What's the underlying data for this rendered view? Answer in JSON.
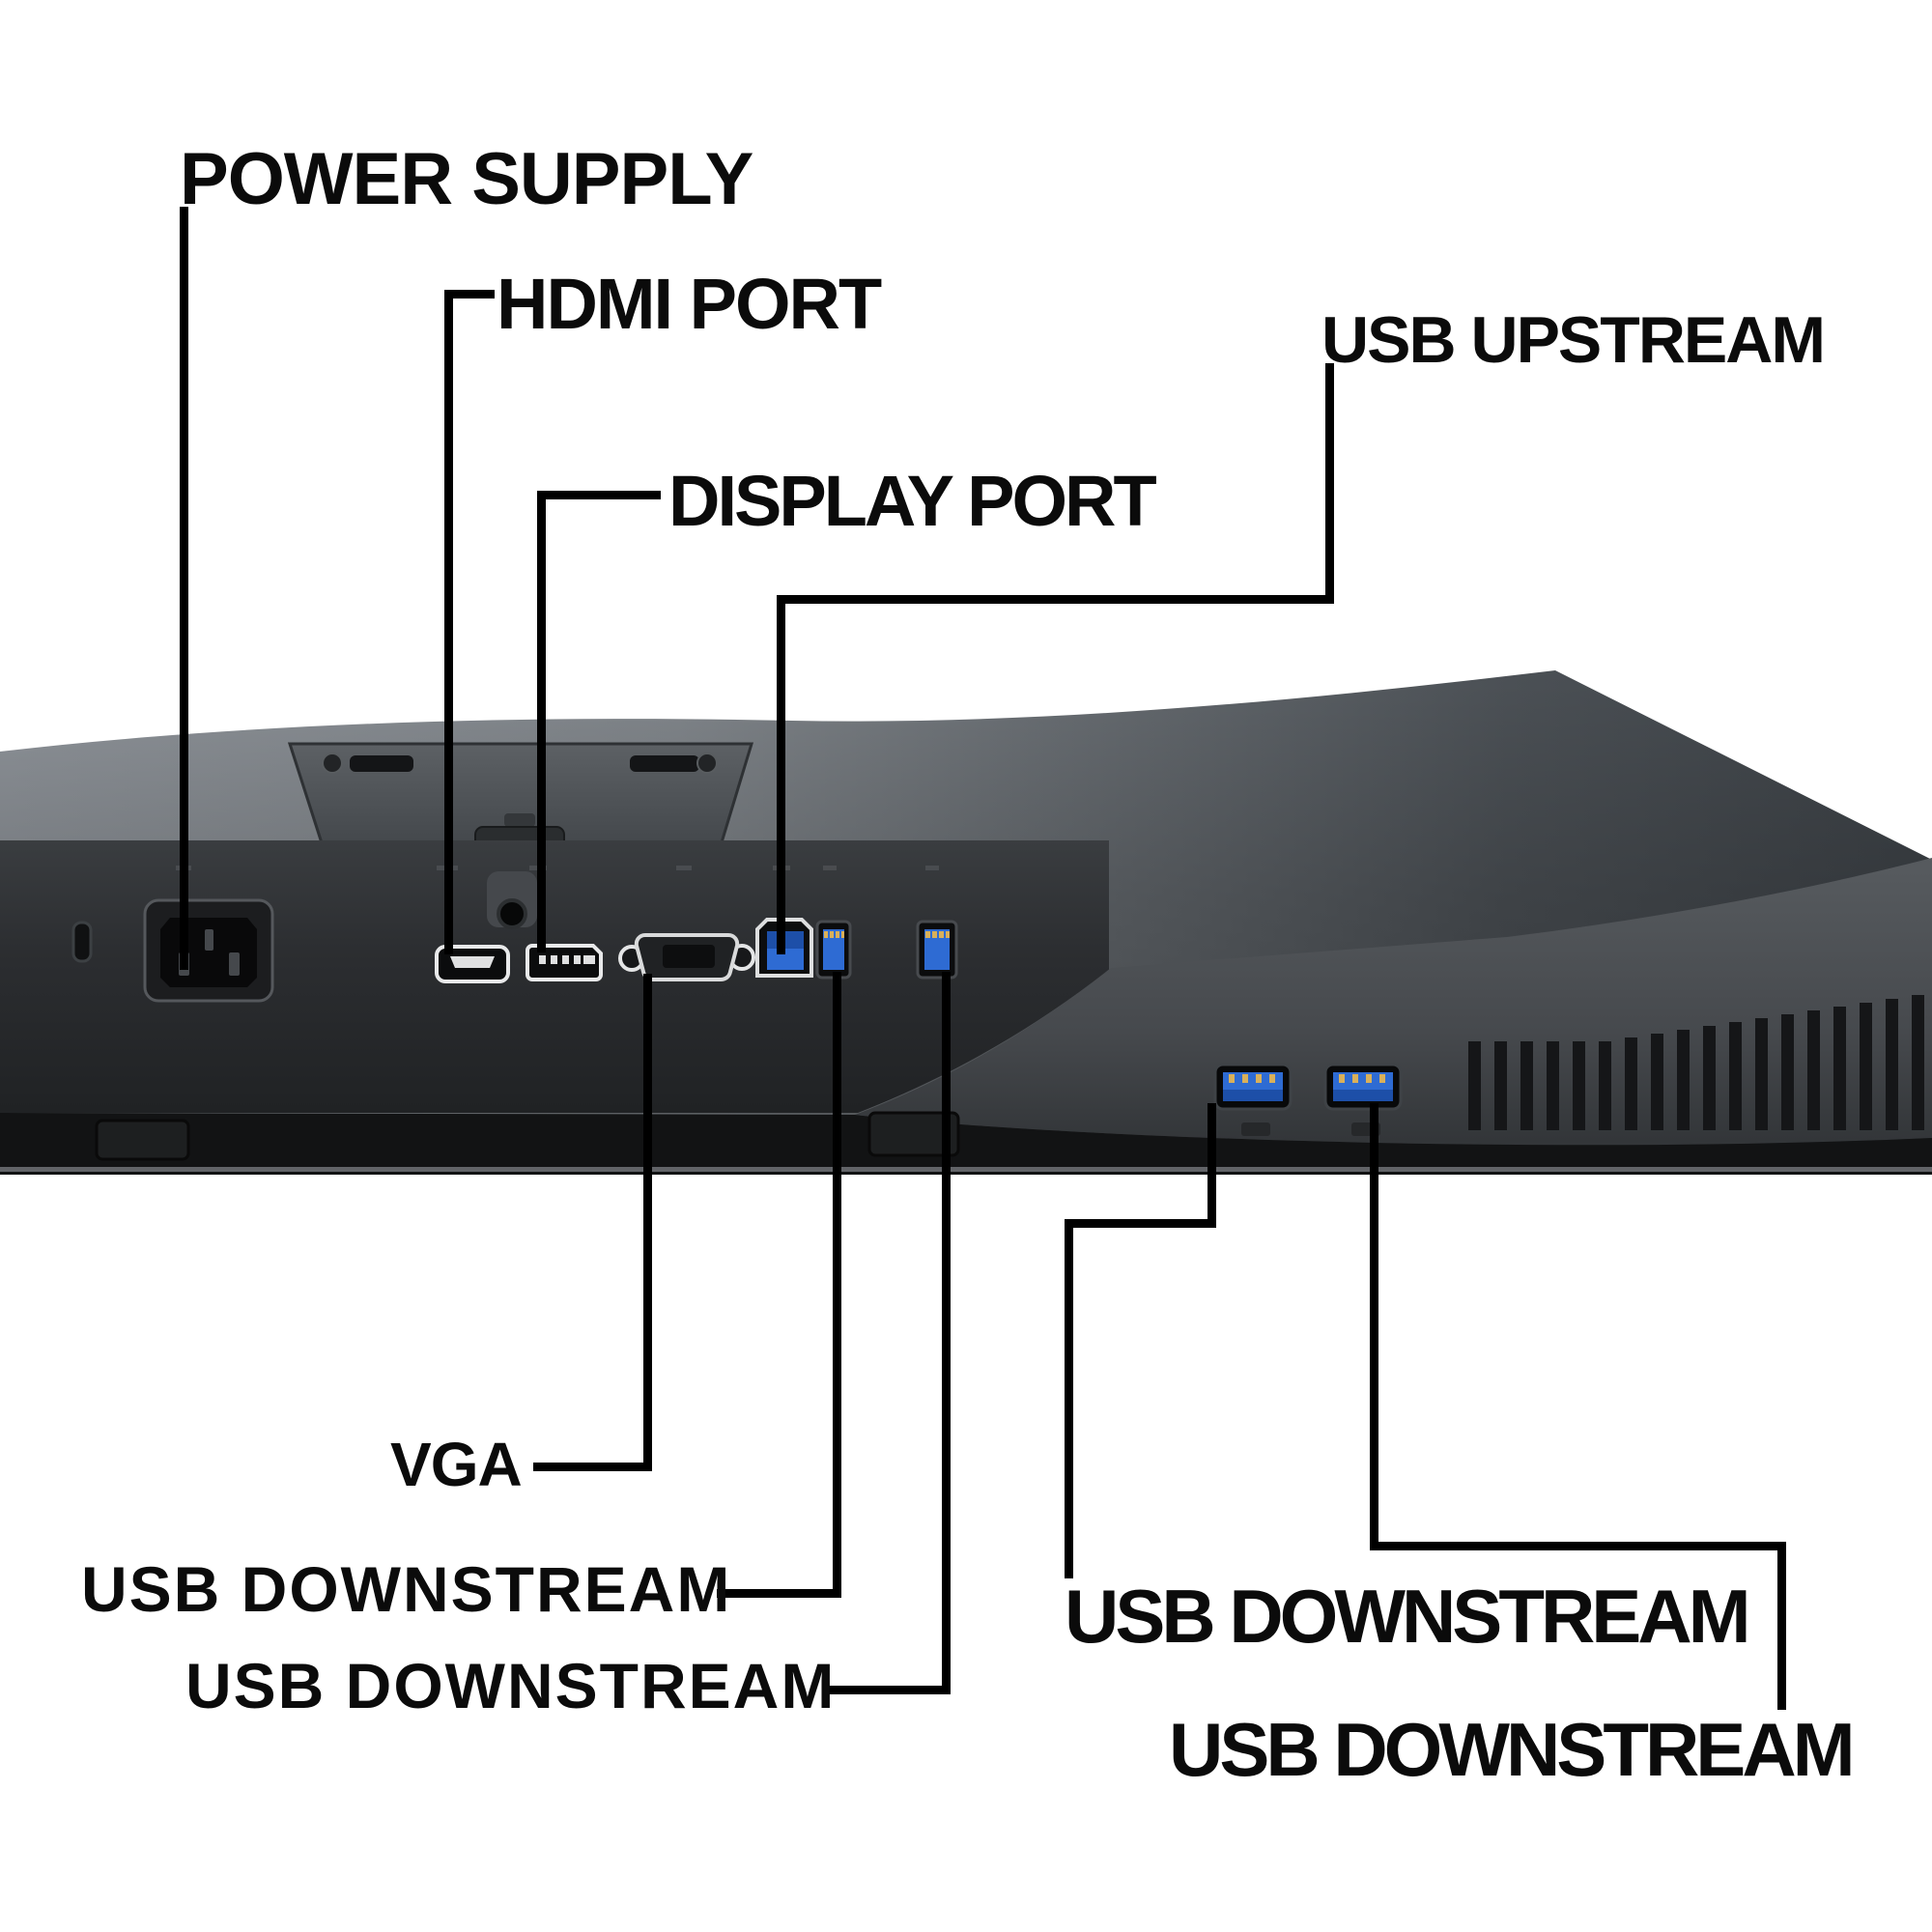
{
  "page": {
    "background": "#ffffff",
    "callout_line_color": "#000000",
    "label_text_color": "#0b0b0b"
  },
  "labels": {
    "power_supply": "POWER SUPPLY",
    "hdmi_port": "HDMI PORT",
    "usb_upstream": "USB UPSTREAM",
    "display_port": "DISPLAY PORT",
    "vga": "VGA",
    "usb_downstream_left_1": "USB DOWNSTREAM",
    "usb_downstream_left_2": "USB DOWNSTREAM",
    "usb_downstream_right_1": "USB DOWNSTREAM",
    "usb_downstream_right_2": "USB DOWNSTREAM"
  },
  "monitor": {
    "subject": "monitor-rear-bottom-view",
    "ports": [
      "kensington-lock-slot",
      "power-inlet",
      "audio-line-out-jack",
      "hdmi-port",
      "displayport-port",
      "vga-port",
      "usb-b-upstream-port",
      "usb-a-downstream-port-1",
      "usb-a-downstream-port-2",
      "usb-a-downstream-port-3",
      "usb-a-downstream-port-4",
      "vent-grille",
      "vesa-mount-plate"
    ],
    "colors": {
      "panel_light": "#90959a",
      "panel_dark": "#3f4449",
      "io_recess_dark": "#2b2d30",
      "bottom_strip": "#121314",
      "usb_blue": "#2e6bd3",
      "usb_tongue_blue": "#1d4fa8",
      "usb_contact_gold": "#d9b05a",
      "port_outline_white": "#e8e9ea"
    }
  }
}
